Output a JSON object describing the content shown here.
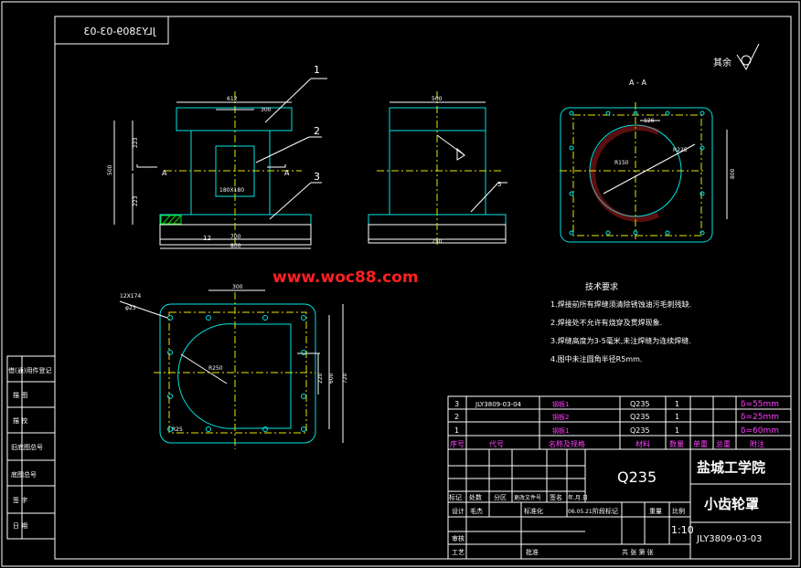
{
  "drawing": {
    "code_box_mirrored": "JLY3809-03-03",
    "roughness_label": "其余",
    "section_label": "A - A",
    "watermark": "www.woc88.com"
  },
  "left_strip": {
    "rows": [
      "借(通)用件登记",
      "描 图",
      "描 校",
      "旧底图总号",
      "底图总号",
      "签 字",
      "日 期"
    ]
  },
  "part_labels": [
    "1",
    "2",
    "3"
  ],
  "dimensions": {
    "front_top": [
      "612",
      "300"
    ],
    "front_left": [
      "500",
      "223",
      "223"
    ],
    "front_center": "180X180",
    "front_bottom": [
      "12",
      "700",
      "800"
    ],
    "section_marks": [
      "A",
      "A"
    ],
    "side_top": "500",
    "side_bottom": "750",
    "side_weld": "5",
    "section_aa": [
      "126",
      "R150",
      "R225",
      "800"
    ],
    "plan_top": "300",
    "plan_holes": [
      "12X174",
      "φ23"
    ],
    "plan_r": "R250",
    "plan_right": [
      "220",
      "600",
      "720"
    ],
    "plan_corner": "R25"
  },
  "tech_notes": {
    "title": "技术要求",
    "items": [
      "1.焊接前所有焊缝须清除锈蚀油污毛刺残缺.",
      "2.焊接处不允许有烧穿及贯焊现象.",
      "3.焊缝高度为3-5毫米,未注焊缝为连续焊缝.",
      "4.图中未注圆角半径R5mm."
    ]
  },
  "bom": {
    "rows": [
      {
        "no": "3",
        "code": "JLY3809-03-04",
        "name": "钢板1",
        "material": "Q235",
        "qty": "1",
        "note": "δ=55mm"
      },
      {
        "no": "2",
        "code": "",
        "name": "钢板2",
        "material": "Q235",
        "qty": "1",
        "note": "δ=25mm"
      },
      {
        "no": "1",
        "code": "",
        "name": "钢板1",
        "material": "Q235",
        "qty": "1",
        "note": "δ=60mm"
      }
    ],
    "header": [
      "序号",
      "代号",
      "名称及规格",
      "材料",
      "数量",
      "单重",
      "总重",
      "附注"
    ]
  },
  "title_block": {
    "material": "Q235",
    "school": "盐城工学院",
    "part_name": "小齿轮罩",
    "drawing_no": "JLY3809-03-03",
    "scale": "1:10",
    "labels": {
      "mark": "标记",
      "count": "处数",
      "zone": "分区",
      "doc": "更改文件号",
      "sign": "签名",
      "date": "年.月.日",
      "design": "设计",
      "designer": "毛杰",
      "std": "标准化",
      "date_val": "06.05.21",
      "stage": "阶段标记",
      "weight": "重量",
      "ratio": "比例",
      "review": "审核",
      "craft": "工艺",
      "approve": "批准",
      "sheets": "共  张  第  张"
    }
  },
  "colors": {
    "background": "#000000",
    "outline": "#ffffff",
    "part": "#00e5e5",
    "center": "#e8e800",
    "dimension": "#ff2a2a",
    "hatch": "#00e000",
    "bom_text": "#ff40ff",
    "watermark": "#ff2020"
  }
}
